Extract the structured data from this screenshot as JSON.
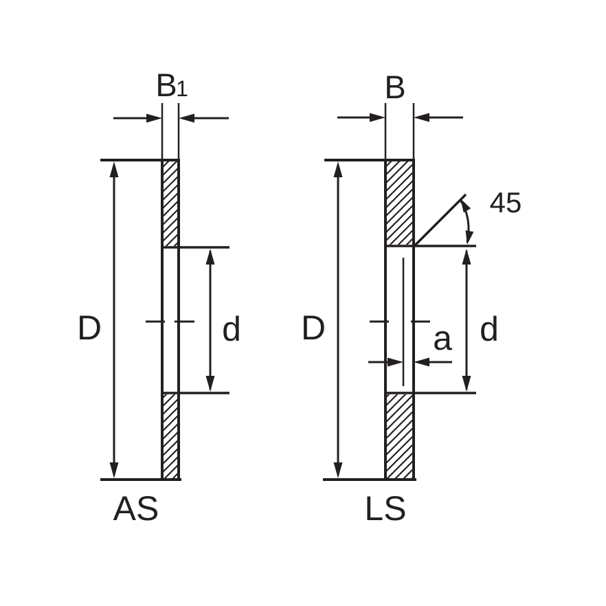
{
  "page": {
    "background_color": "#ffffff",
    "line_color": "#231f20"
  },
  "left_view": {
    "thickness_label": "B",
    "thickness_subscript": "1",
    "outer_diameter_label": "D",
    "bore_diameter_label": "d",
    "caption": "AS"
  },
  "right_view": {
    "thickness_label": "B",
    "outer_diameter_label": "D",
    "bore_diameter_label": "d",
    "recess_width_label": "a",
    "chamfer_angle_label": "45",
    "caption": "LS"
  }
}
